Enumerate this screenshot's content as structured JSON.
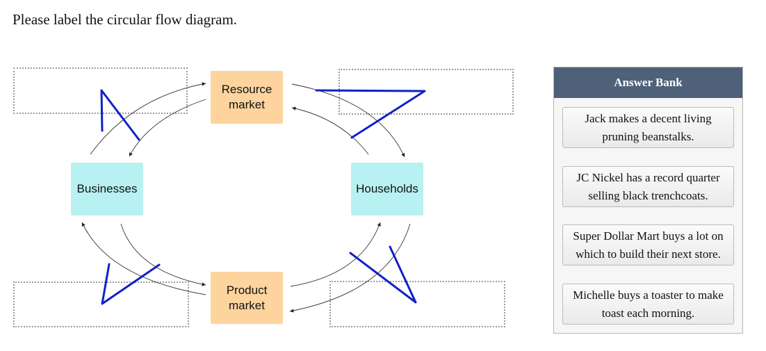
{
  "prompt": "Please label the circular flow diagram.",
  "diagram": {
    "nodes": {
      "resource_market": "Resource\nmarket",
      "product_market": "Product\nmarket",
      "businesses": "Businesses",
      "households": "Households"
    },
    "drop_targets": [
      {
        "id": "top-left",
        "value": ""
      },
      {
        "id": "top-right",
        "value": ""
      },
      {
        "id": "bottom-left",
        "value": ""
      },
      {
        "id": "bottom-right",
        "value": ""
      }
    ],
    "colors": {
      "market": "#fdd49e",
      "agent": "#b8f1f1",
      "scribble": "#1020c8",
      "bank_header": "#4e6179"
    }
  },
  "answer_bank": {
    "title": "Answer Bank",
    "items": [
      "Jack makes a decent living pruning beanstalks.",
      "JC Nickel has a record quarter selling black trenchcoats.",
      "Super Dollar Mart buys a lot on which to build their next store.",
      "Michelle buys a toaster to make toast each morning."
    ]
  }
}
